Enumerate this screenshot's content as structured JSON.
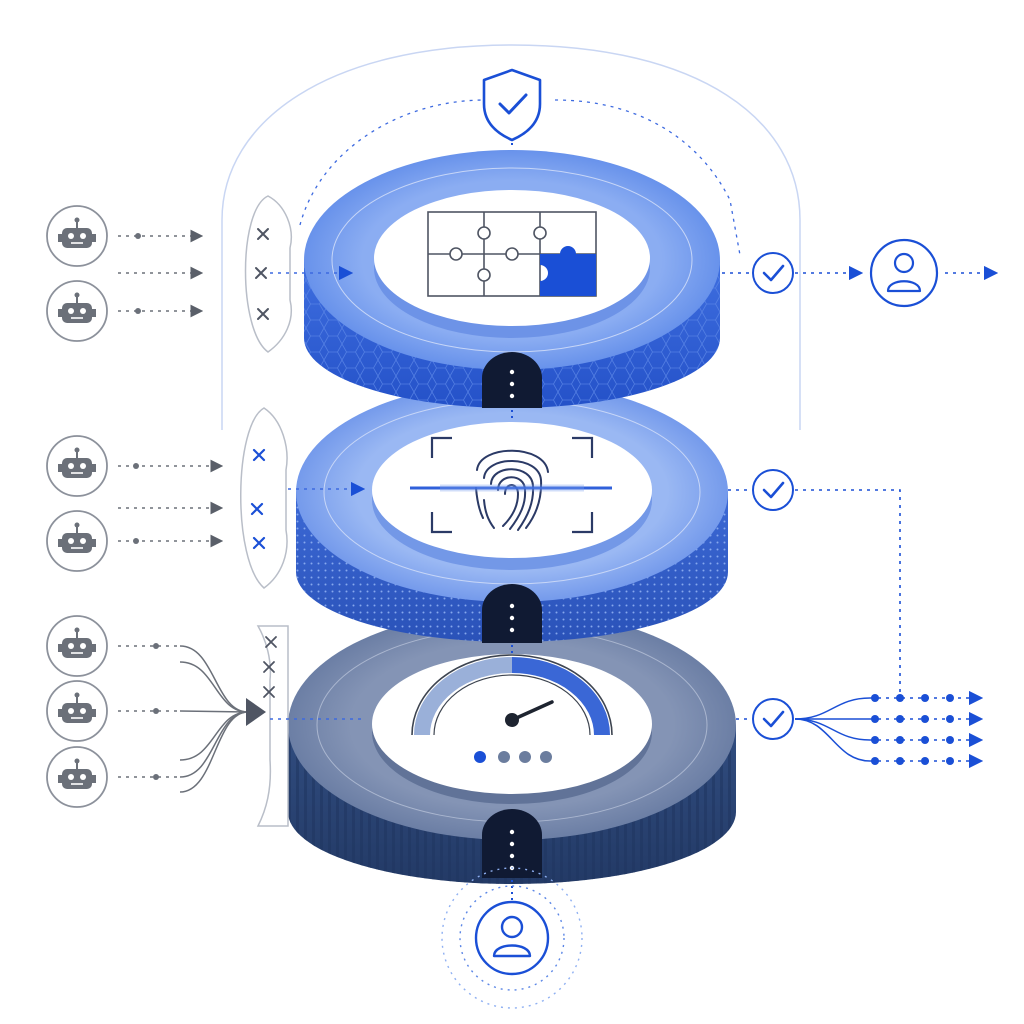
{
  "diagram": {
    "layers": [
      {
        "id": "captcha",
        "icon": "puzzle-icon",
        "side_texture": "hexagon",
        "passes": true
      },
      {
        "id": "biometric",
        "icon": "fingerprint-icon",
        "side_texture": "dots",
        "passes": true
      },
      {
        "id": "rate-limit",
        "icon": "gauge-icon",
        "side_texture": "vertical-ribs",
        "passes": true
      }
    ],
    "top_icon": "shield-check-icon",
    "bottom_icon": "user-icon",
    "blocked_bots_per_layer": [
      3,
      3,
      3
    ],
    "bot_icon": "robot-icon",
    "blocked_mark": "x-mark-icon",
    "approved_mark": "check-circle-icon",
    "output_icon": "user-icon",
    "rate_output_lanes": 4
  },
  "colors": {
    "primary_blue": "#1a4fd6",
    "light_blue": "#7ea3ee",
    "pale_blue": "#e9efff",
    "slate": "#5a6f99",
    "navy": "#2a4474",
    "gray": "#7a7f8a"
  }
}
